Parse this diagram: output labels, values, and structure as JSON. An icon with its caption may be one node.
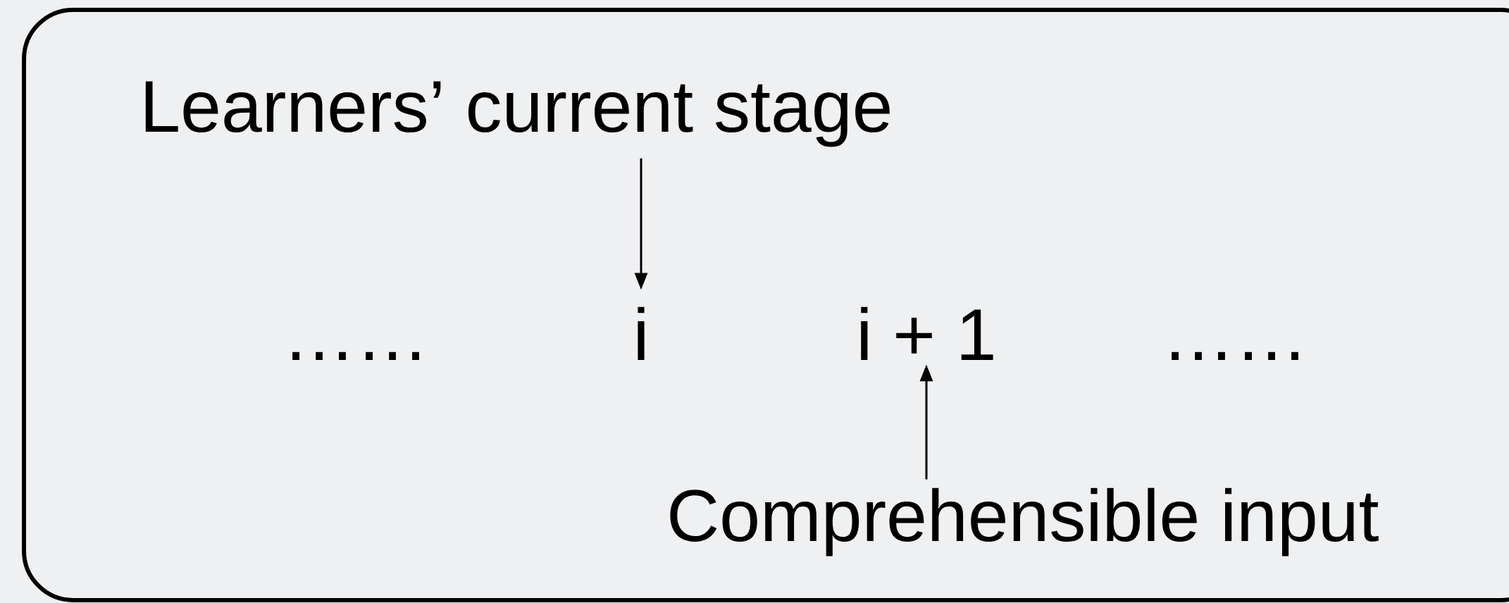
{
  "diagram": {
    "nodes": [
      {
        "text": [
          "Learners’ current stage"
        ]
      },
      {
        "text": [
          "……"
        ]
      },
      {
        "text": [
          "i"
        ]
      },
      {
        "text": [
          "i + 1"
        ]
      },
      {
        "text": [
          "……"
        ]
      },
      {
        "text": [
          "Comprehensible input"
        ]
      }
    ],
    "edges": [
      {
        "from": 0,
        "to": 2,
        "arrow": "to"
      },
      {
        "from": 5,
        "to": 3,
        "arrow": "to"
      }
    ]
  }
}
